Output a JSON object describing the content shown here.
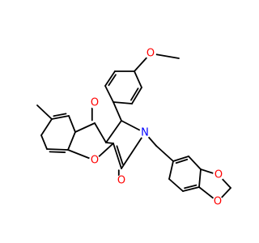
{
  "colors": {
    "bond": "#000000",
    "oxygen": "#ff0000",
    "nitrogen": "#0000ff",
    "background": "#ffffff"
  },
  "atoms": {
    "methoxy_o": "O",
    "ketone_o": "O",
    "lactam_o": "O",
    "pyran_o": "O",
    "nitrogen": "N",
    "dioxole_o_upper": "O",
    "dioxole_o_lower": "O"
  }
}
